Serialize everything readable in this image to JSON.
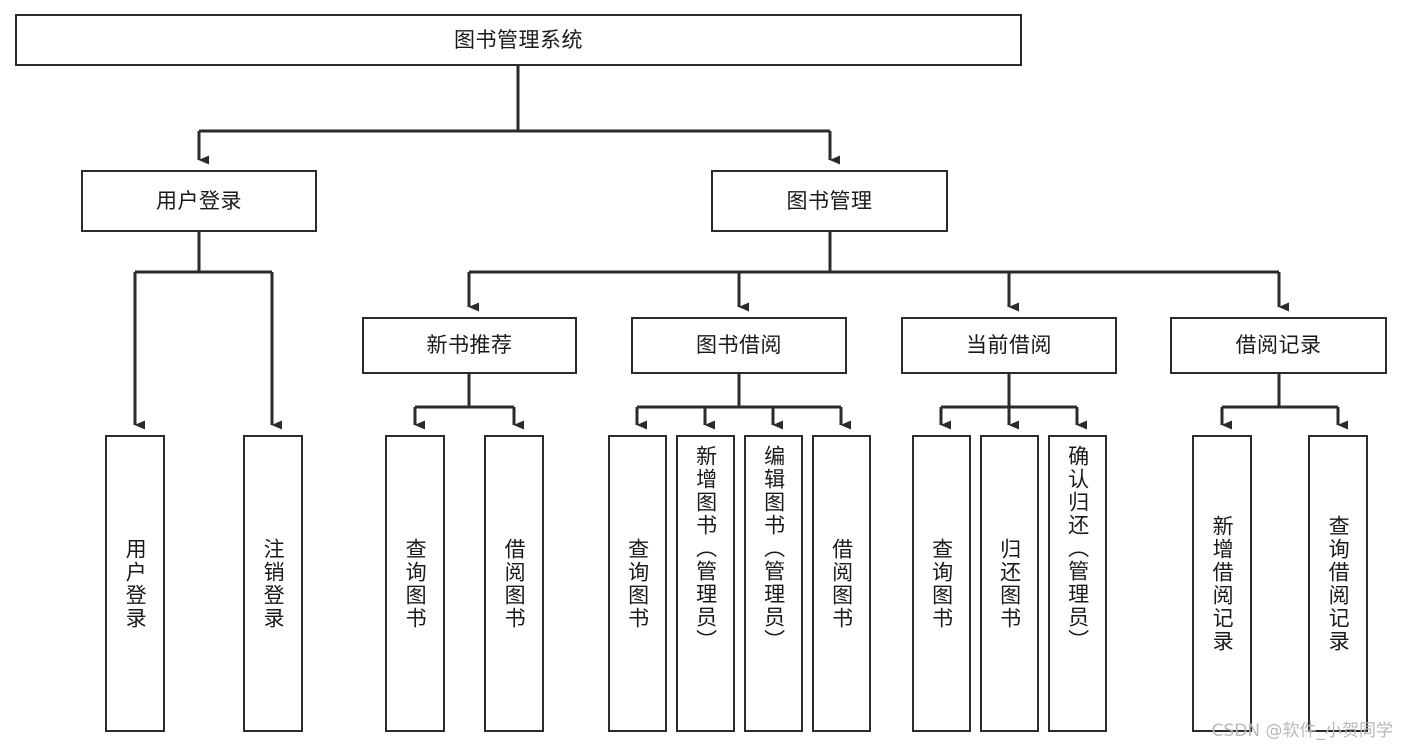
{
  "diagram": {
    "title": "图书管理系统",
    "type": "tree-hierarchy-diagram",
    "colors": {
      "box_border": "#2b2b2b",
      "box_fill": "#ffffff",
      "edge": "#2b2b2b",
      "text": "#1a1a1a",
      "watermark": "#b8b8b8"
    },
    "root": {
      "label": "图书管理系统"
    },
    "level2": [
      {
        "label": "用户登录"
      },
      {
        "label": "图书管理"
      }
    ],
    "level3": [
      {
        "label": "新书推荐"
      },
      {
        "label": "图书借阅"
      },
      {
        "label": "当前借阅"
      },
      {
        "label": "借阅记录"
      }
    ],
    "leaves": {
      "user_login": [
        {
          "label": "用户登录"
        },
        {
          "label": "注销登录"
        }
      ],
      "new_book_recommend": [
        {
          "label": "查询图书"
        },
        {
          "label": "借阅图书"
        }
      ],
      "book_borrow": [
        {
          "label": "查询图书"
        },
        {
          "label": "新增图书（管理员）"
        },
        {
          "label": "编辑图书（管理员）"
        },
        {
          "label": "借阅图书"
        }
      ],
      "current_borrow": [
        {
          "label": "查询图书"
        },
        {
          "label": "归还图书"
        },
        {
          "label": "确认归还（管理员）"
        }
      ],
      "borrow_record": [
        {
          "label": "新增借阅记录"
        },
        {
          "label": "查询借阅记录"
        }
      ]
    },
    "watermark": "CSDN @软件_小贺同学"
  }
}
